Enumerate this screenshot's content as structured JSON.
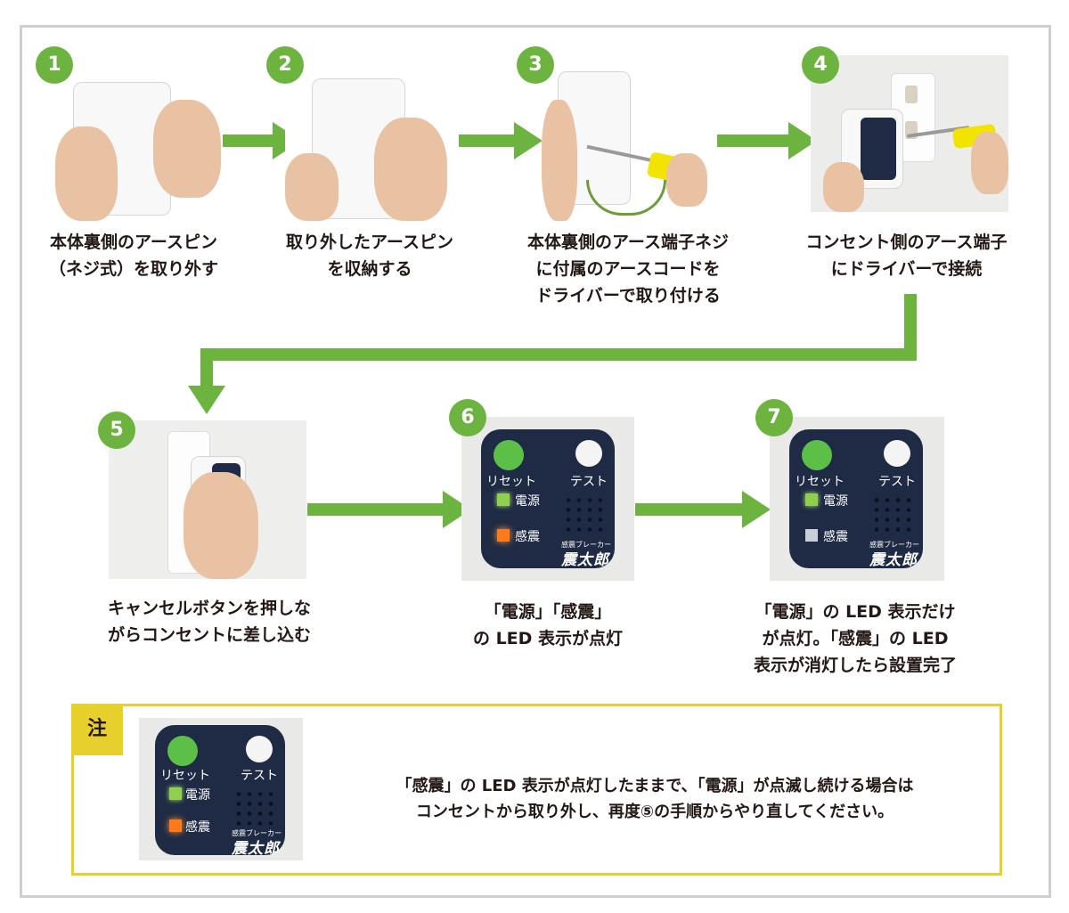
{
  "steps": [
    {
      "number": "1",
      "caption": "本体裏側のアースピン\n（ネジ式）を取り外す"
    },
    {
      "number": "2",
      "caption": "取り外したアースピン\nを収納する"
    },
    {
      "number": "3",
      "caption": "本体裏側のアース端子ネジ\nに付属のアースコードを\nドライバーで取り付ける"
    },
    {
      "number": "4",
      "caption": "コンセント側のアース端子\nにドライバーで接続"
    },
    {
      "number": "5",
      "caption": "キャンセルボタンを押しな\nがらコンセントに差し込む"
    },
    {
      "number": "6",
      "caption": "「電源」「感震」\nの LED 表示が点灯"
    },
    {
      "number": "7",
      "caption": "「電源」の LED 表示だけ\nが点灯。「感震」の LED\n表示が消灯したら設置完了"
    }
  ],
  "panel": {
    "reset_label": "リセット",
    "test_label": "テスト",
    "power_label": "電源",
    "quake_label": "感震",
    "brand_small": "感震ブレーカー",
    "brand_name": "震太郎"
  },
  "panels_state": [
    {
      "id": "step6",
      "power_led": "on",
      "quake_led": "on"
    },
    {
      "id": "step7",
      "power_led": "on",
      "quake_led": "off"
    },
    {
      "id": "note",
      "power_led": "on",
      "quake_led": "on"
    }
  ],
  "note": {
    "tag": "注",
    "text": "「感震」の LED 表示が点灯したままで、「電源」が点滅し続ける場合は\nコンセントから取り外し、再度⑤の手順からやり直してください。"
  },
  "colors": {
    "accent_green": "#6cb33f",
    "note_yellow": "#e7cf2c",
    "panel_navy": "#1f2a44",
    "led_green": "#8fd14f",
    "led_orange": "#ff7a1a",
    "border_gray": "#cfcfcf"
  }
}
